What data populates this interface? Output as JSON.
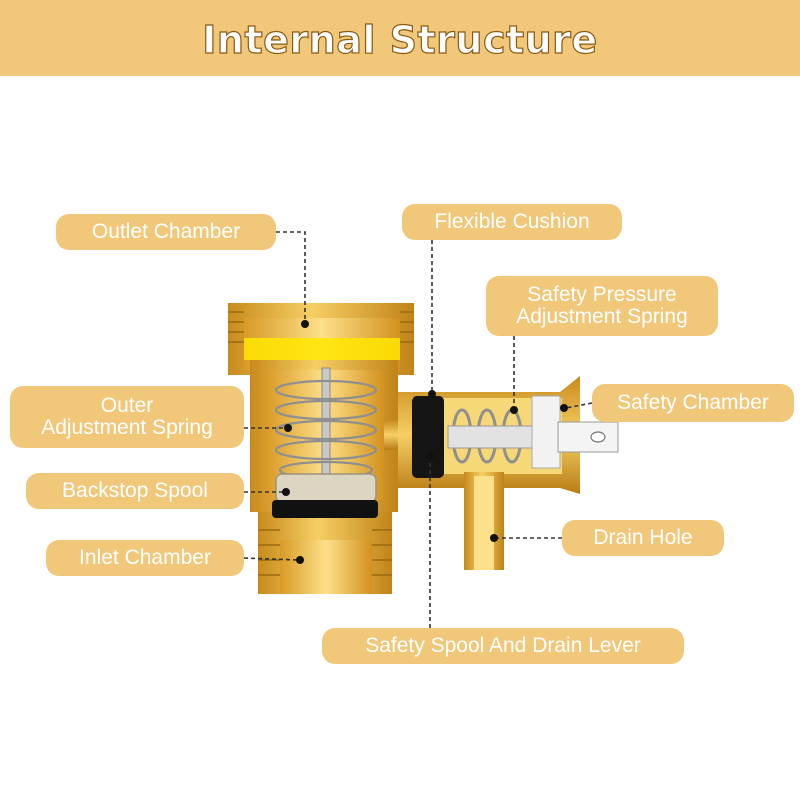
{
  "title": "Internal Structure",
  "labels": {
    "outlet_chamber": "Outlet Chamber",
    "flexible_cushion": "Flexible Cushion",
    "safety_pressure_line1": "Safety Pressure",
    "safety_pressure_line2": "Adjustment Spring",
    "outer_spring_line1": "Outer",
    "outer_spring_line2": "Adjustment Spring",
    "safety_chamber": "Safety Chamber",
    "backstop_spool": "Backstop Spool",
    "drain_hole": "Drain Hole",
    "inlet_chamber": "Inlet Chamber",
    "safety_spool_drain_lever": "Safety Spool And Drain Lever"
  },
  "colors": {
    "banner": "#f1c77a",
    "label_bg": "#f1c77a",
    "brass": "#e3a935",
    "brass_dark": "#b87c14",
    "leader": "#333333"
  }
}
